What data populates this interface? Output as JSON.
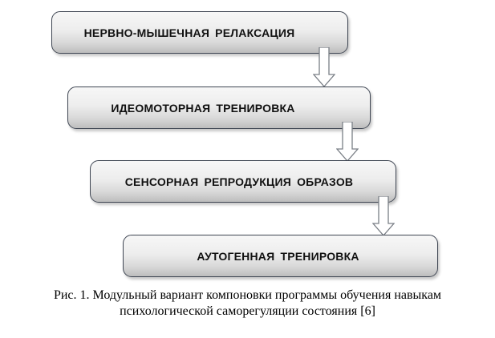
{
  "diagram": {
    "steps": [
      {
        "label": "НЕРВНО-МЫШЕЧНАЯ  РЕЛАКСАЦИЯ"
      },
      {
        "label": "ИДЕОМОТОРНАЯ  ТРЕНИРОВКА"
      },
      {
        "label": "СЕНСОРНАЯ  РЕПРОДУКЦИЯ  ОБРАЗОВ"
      },
      {
        "label": "АУТОГЕННАЯ  ТРЕНИРОВКА"
      }
    ],
    "arrows": [
      {
        "from": 1,
        "to": 2
      },
      {
        "from": 2,
        "to": 3
      },
      {
        "from": 3,
        "to": 4
      }
    ]
  },
  "caption": {
    "line1": "Рис. 1. Модульный вариант компоновки программы обучения навыкам",
    "line2": "психологической саморегуляции состояния [6]"
  }
}
